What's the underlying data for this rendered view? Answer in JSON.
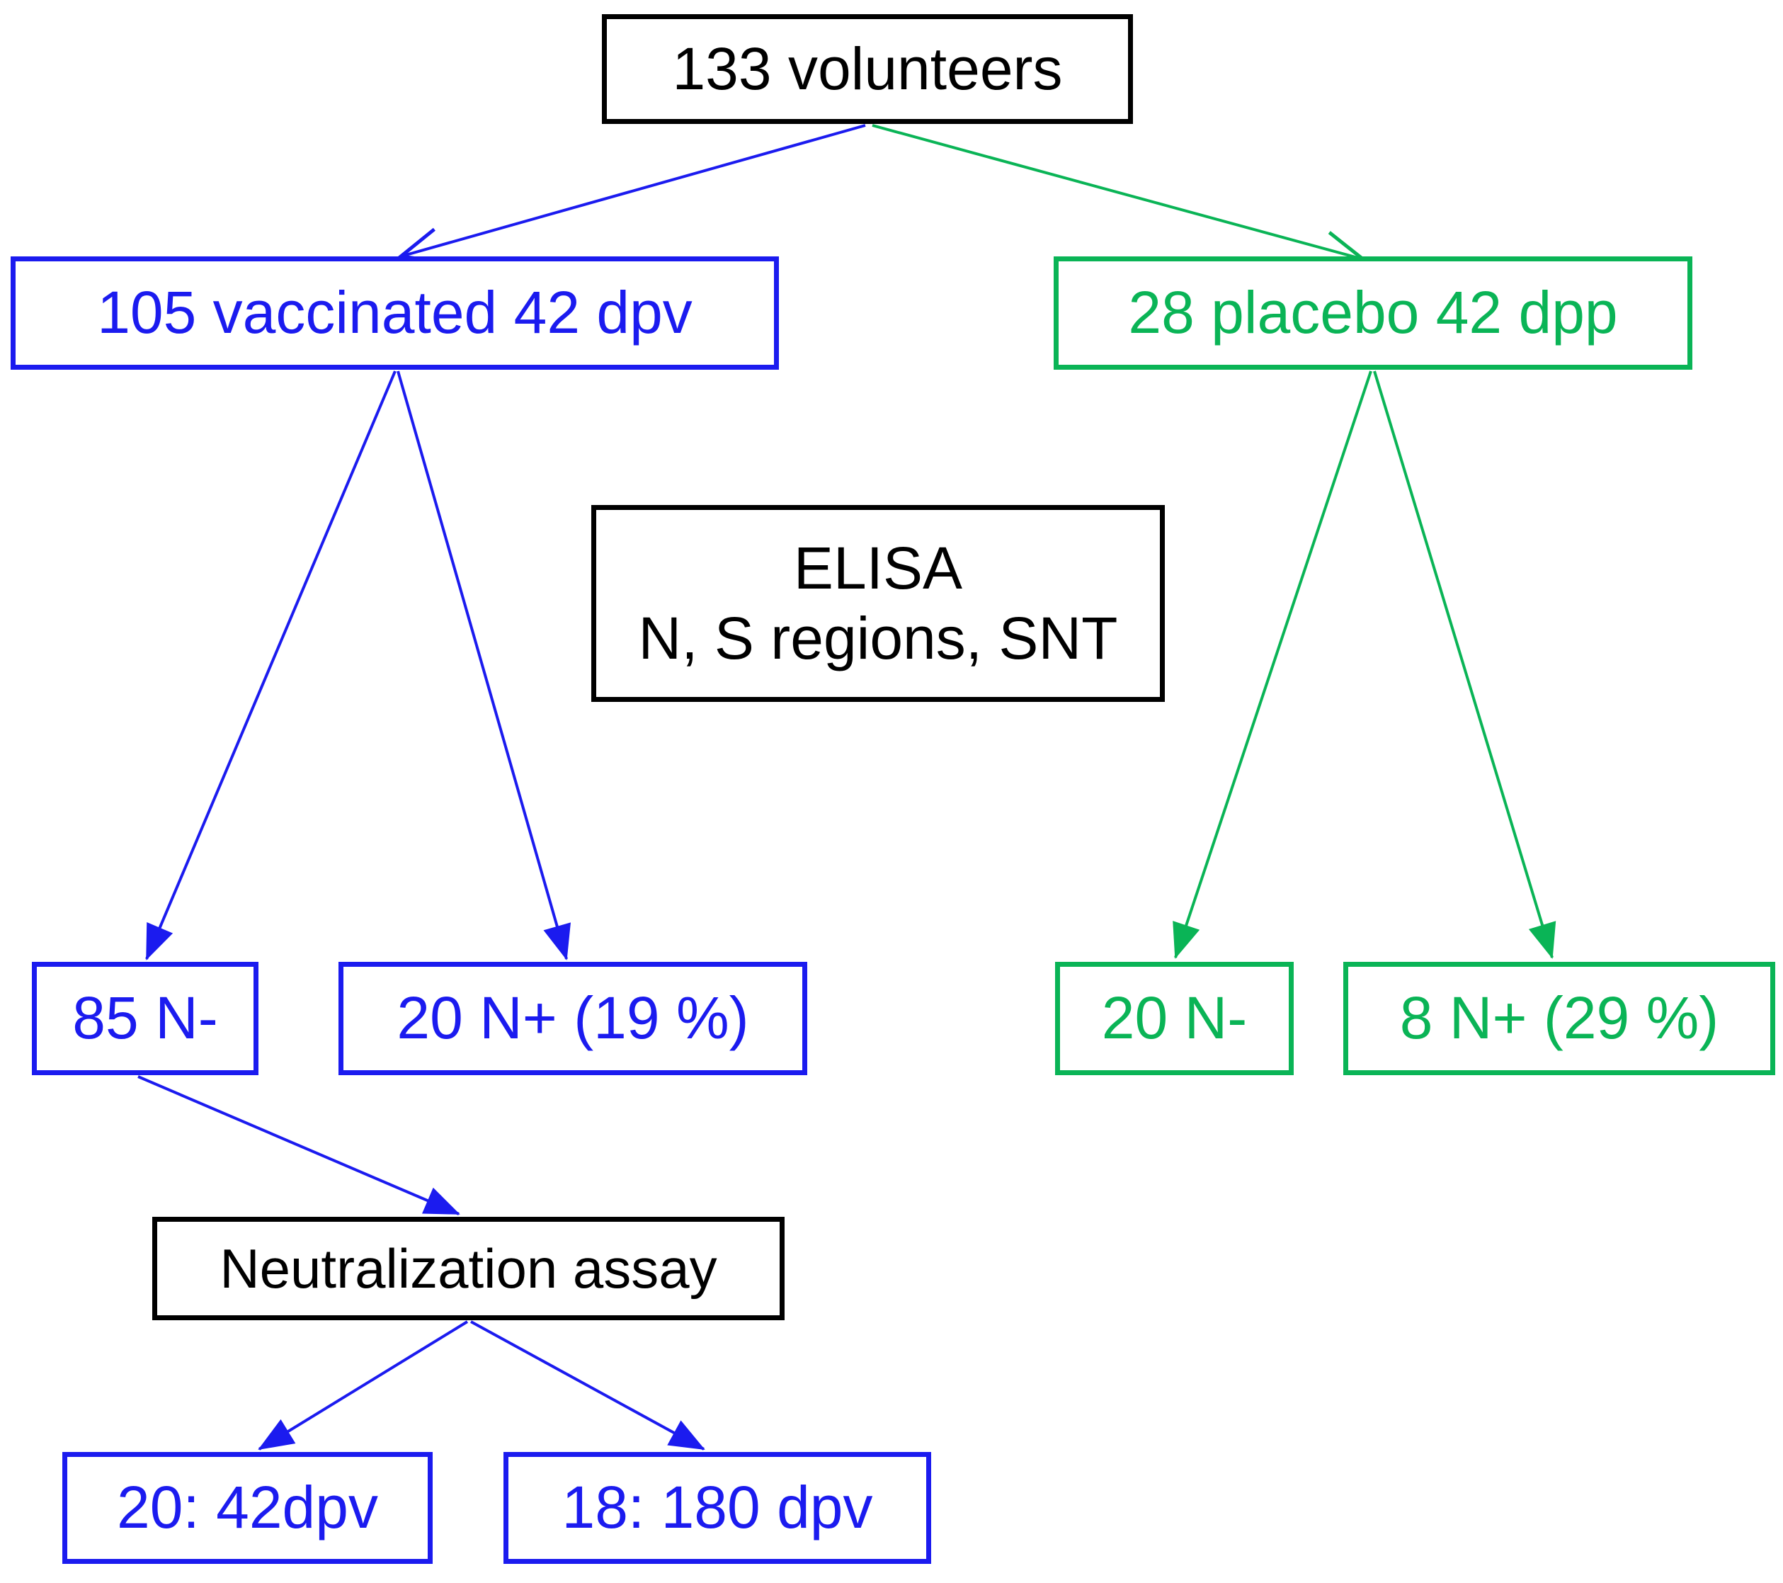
{
  "diagram": {
    "colors": {
      "vaccinated_branch_blue": "#1b1bef",
      "placebo_branch_green": "#0ab456",
      "neutral_black": "#000000",
      "background": "#ffffff"
    },
    "nodes": {
      "volunteers": {
        "label": "133 volunteers"
      },
      "vaccinated": {
        "label": "105 vaccinated 42 dpv"
      },
      "placebo": {
        "label": "28 placebo 42 dpp"
      },
      "elisa": {
        "line1": "ELISA",
        "line2": "N, S regions, SNT"
      },
      "vaccinated_n_negative": {
        "label": "85 N-"
      },
      "vaccinated_n_positive": {
        "label": "20 N+ (19 %)"
      },
      "placebo_n_negative": {
        "label": "20 N-"
      },
      "placebo_n_positive": {
        "label": "8 N+ (29 %)"
      },
      "neutralization": {
        "label": "Neutralization assay"
      },
      "neutralization_42dpv": {
        "label": "20: 42dpv"
      },
      "neutralization_180dpv": {
        "label": "18: 180 dpv"
      }
    }
  }
}
